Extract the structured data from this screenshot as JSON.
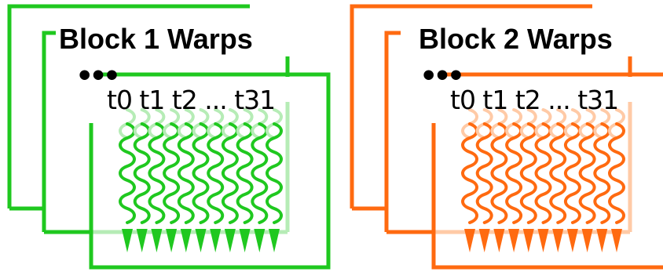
{
  "blocks": [
    {
      "title": "Block 1 Warps",
      "color": "#1fc81f",
      "light_color": "#b6ecb6",
      "ellipsis": "•••",
      "thread_labels": "t0 t1 t2 ... t31"
    },
    {
      "title": "Block 2 Warps",
      "color": "#ff6a10",
      "light_color": "#ffcaa6",
      "ellipsis": "•••",
      "thread_labels": "t0 t1 t2 ... t31"
    }
  ]
}
